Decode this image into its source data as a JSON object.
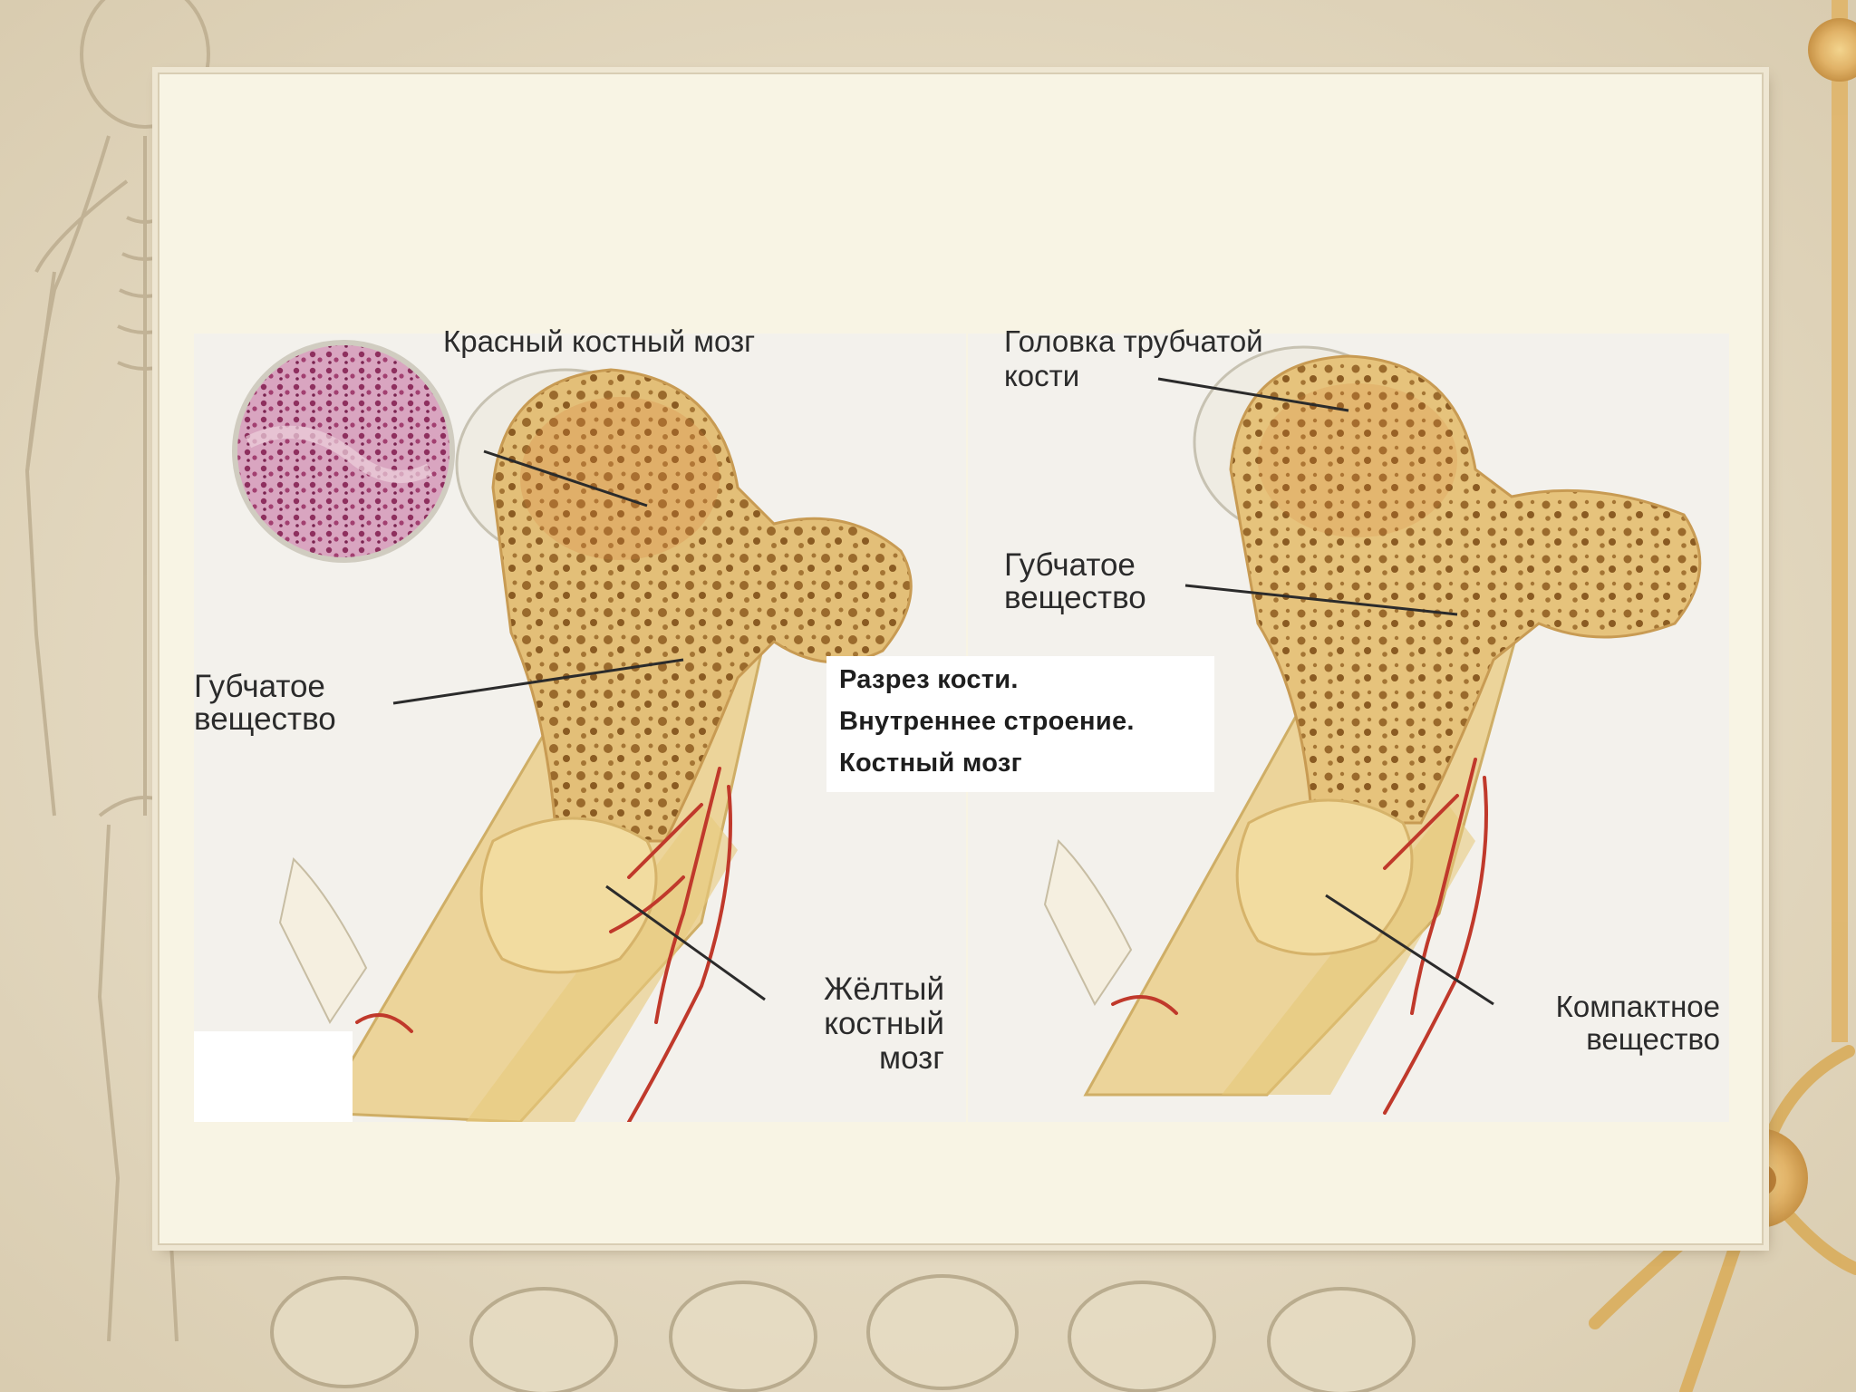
{
  "slide": {
    "caption": {
      "line1": "Разрез кости.",
      "line2": "Внутреннее строение.",
      "line3": "Костный мозг"
    }
  },
  "left_panel": {
    "label_red_marrow": "Красный костный мозг",
    "label_spongy_1": "Губчатое",
    "label_spongy_2": "вещество",
    "label_yellow_1": "Жёлтый",
    "label_yellow_2": "костный",
    "label_yellow_3": "мозг"
  },
  "right_panel": {
    "label_head_1": "Головка трубчатой",
    "label_head_2": "кости",
    "label_spongy_1": "Губчатое",
    "label_spongy_2": "вещество",
    "label_compact_1": "Компактное",
    "label_compact_2": "вещество"
  },
  "colors": {
    "bone": "#e8cf8e",
    "spongy": "#c99a4c",
    "cartilage": "#efece3",
    "vessel": "#c0392b",
    "micro": "#b0577c"
  }
}
